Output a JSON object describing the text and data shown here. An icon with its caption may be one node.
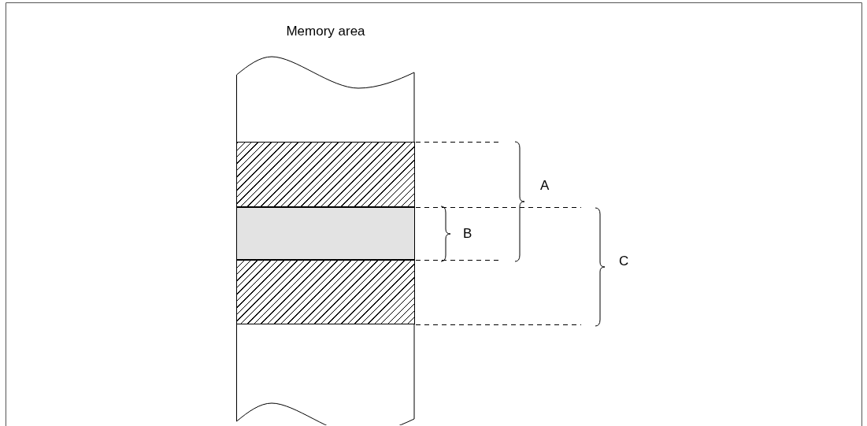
{
  "diagram": {
    "nodes": [
      {
        "text": [
          "Memory area"
        ]
      },
      {
        "text": [],
        "shape": "box",
        "in": 0
      },
      {
        "text": [],
        "shape": "box",
        "in": 0
      },
      {
        "text": [],
        "shape": "box",
        "in": 0
      }
    ],
    "labels": [
      "A",
      "B",
      "C"
    ]
  }
}
